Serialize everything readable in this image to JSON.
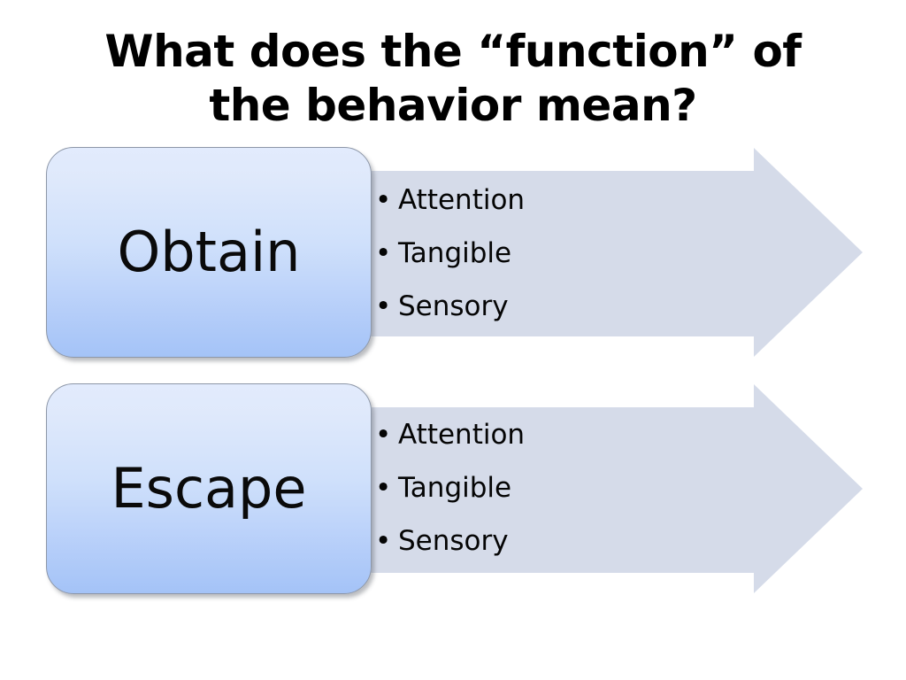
{
  "slide": {
    "title": "What does the “function” of\nthe behavior mean?",
    "background_color": "#ffffff",
    "rows": [
      {
        "label": "Obtain",
        "bullets": [
          {
            "marker": "•",
            "text": "Attention"
          },
          {
            "marker": "•",
            "text": "Tangible"
          },
          {
            "marker": "•",
            "text": "Sensory"
          }
        ]
      },
      {
        "label": "Escape",
        "bullets": [
          {
            "marker": "•",
            "text": "Attention"
          },
          {
            "marker": "•",
            "text": "Tangible"
          },
          {
            "marker": "•",
            "text": "Sensory"
          }
        ]
      }
    ]
  },
  "colors": {
    "title_text": "#000000",
    "arrow_fill": "#d5dbe9",
    "box_gradient_top": "#e2ebfd",
    "box_gradient_bottom": "#a4c3f7",
    "box_border": "#8d97a8",
    "body_text": "#050505"
  }
}
